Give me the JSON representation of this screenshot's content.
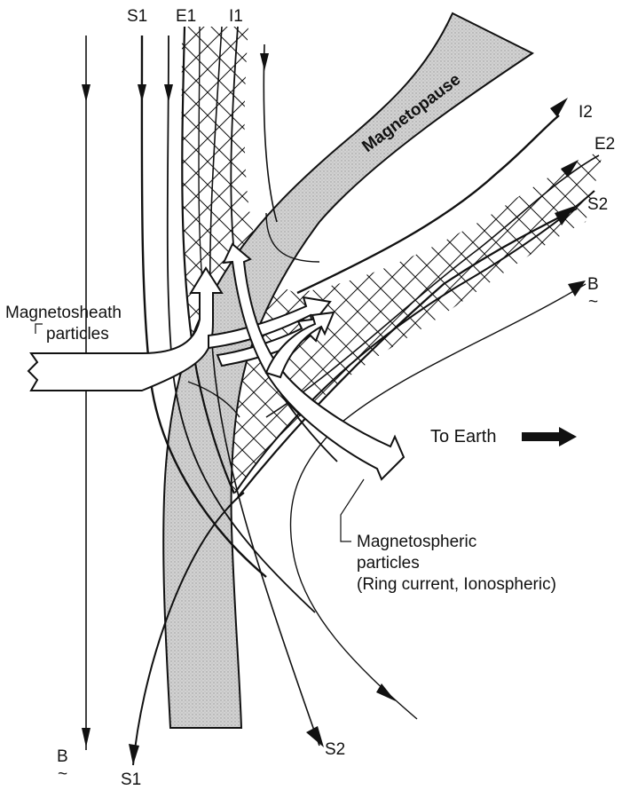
{
  "labels": {
    "s1_top": "S1",
    "e1_top": "E1",
    "i1_top": "I1",
    "i2": "I2",
    "e2": "E2",
    "s2_right": "S2",
    "b_right": "B",
    "magnetopause": "Magnetopause",
    "magnetosheath_line1": "Magnetosheath",
    "magnetosheath_line2": "particles",
    "to_earth": "To Earth",
    "magnetospheric_line1": "Magnetospheric",
    "magnetospheric_line2": "particles",
    "magnetospheric_line3": "(Ring current, Ionospheric)",
    "b_bottom": "B",
    "s1_bottom": "S1",
    "s2_bottom": "S2",
    "tilde": "~"
  },
  "colors": {
    "ink": "#111111",
    "stipple": "#cfcfcf",
    "background": "#ffffff"
  }
}
